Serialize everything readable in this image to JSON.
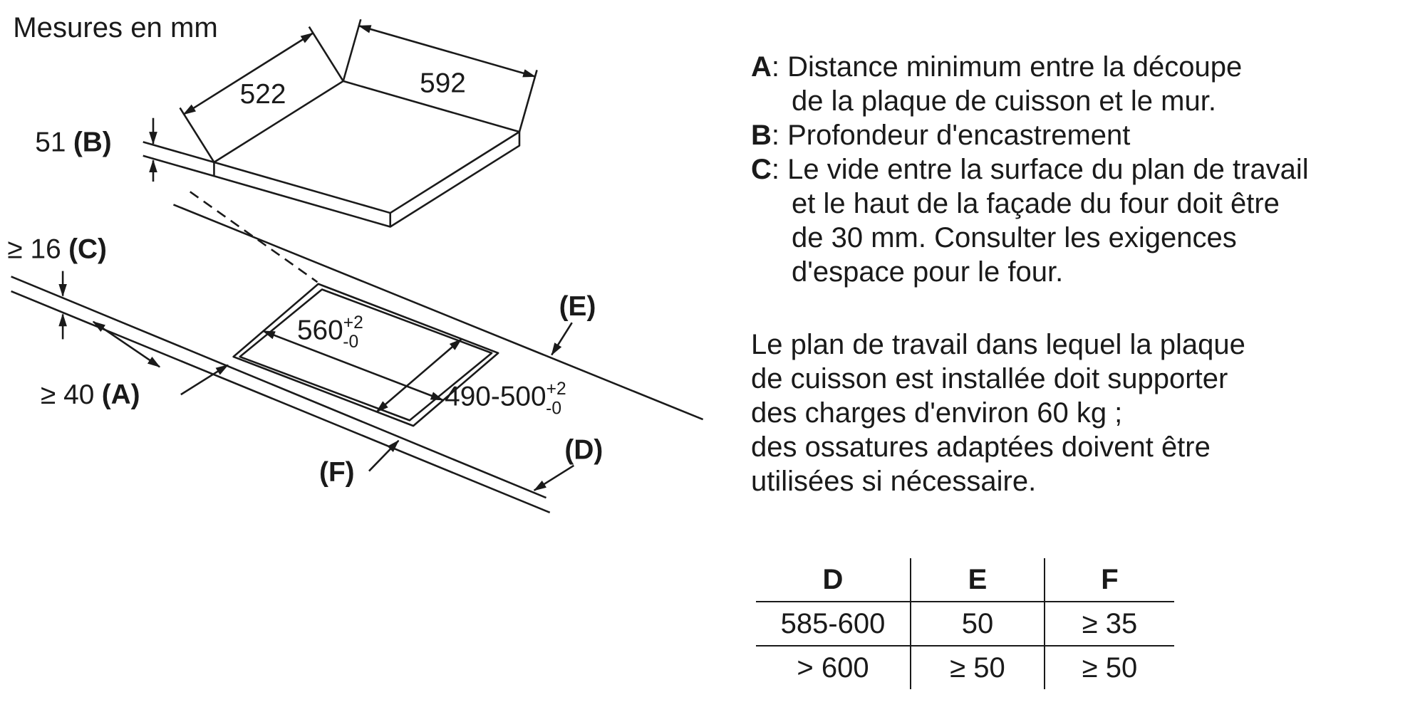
{
  "diagram": {
    "title": "Mesures en mm",
    "dim_width_left": "522",
    "dim_width_right": "592",
    "dim_b": {
      "value": "51",
      "label": "(B)"
    },
    "dim_c": {
      "value": "≥ 16",
      "label": "(C)"
    },
    "dim_a": {
      "value": "≥ 40",
      "label": "(A)"
    },
    "cutout_width": {
      "value": "560",
      "tol_plus": "+2",
      "tol_minus": "-0"
    },
    "cutout_depth": {
      "value": "490-500",
      "tol_plus": "+2",
      "tol_minus": "-0"
    },
    "label_e": "(E)",
    "label_d": "(D)",
    "label_f": "(F)"
  },
  "legend": {
    "items": [
      {
        "letter": "A",
        "lines": [
          ": Distance minimum entre la découpe",
          "de la plaque de cuisson et le mur."
        ]
      },
      {
        "letter": "B",
        "lines": [
          ": Profondeur d'encastrement"
        ]
      },
      {
        "letter": "C",
        "lines": [
          ": Le vide entre la surface du plan de travail",
          "et le haut de la façade du four doit être",
          "de 30 mm. Consulter les exigences",
          "d'espace pour le four."
        ]
      }
    ]
  },
  "note": {
    "lines": [
      "Le plan de travail dans lequel la plaque",
      "de cuisson est installée doit supporter",
      "des charges d'environ 60 kg ;",
      "des ossatures adaptées doivent être",
      "utilisées si nécessaire."
    ]
  },
  "table": {
    "headers": [
      "D",
      "E",
      "F"
    ],
    "rows": [
      [
        "585-600",
        "50",
        "≥ 35"
      ],
      [
        "> 600",
        "≥ 50",
        "≥ 50"
      ]
    ]
  }
}
